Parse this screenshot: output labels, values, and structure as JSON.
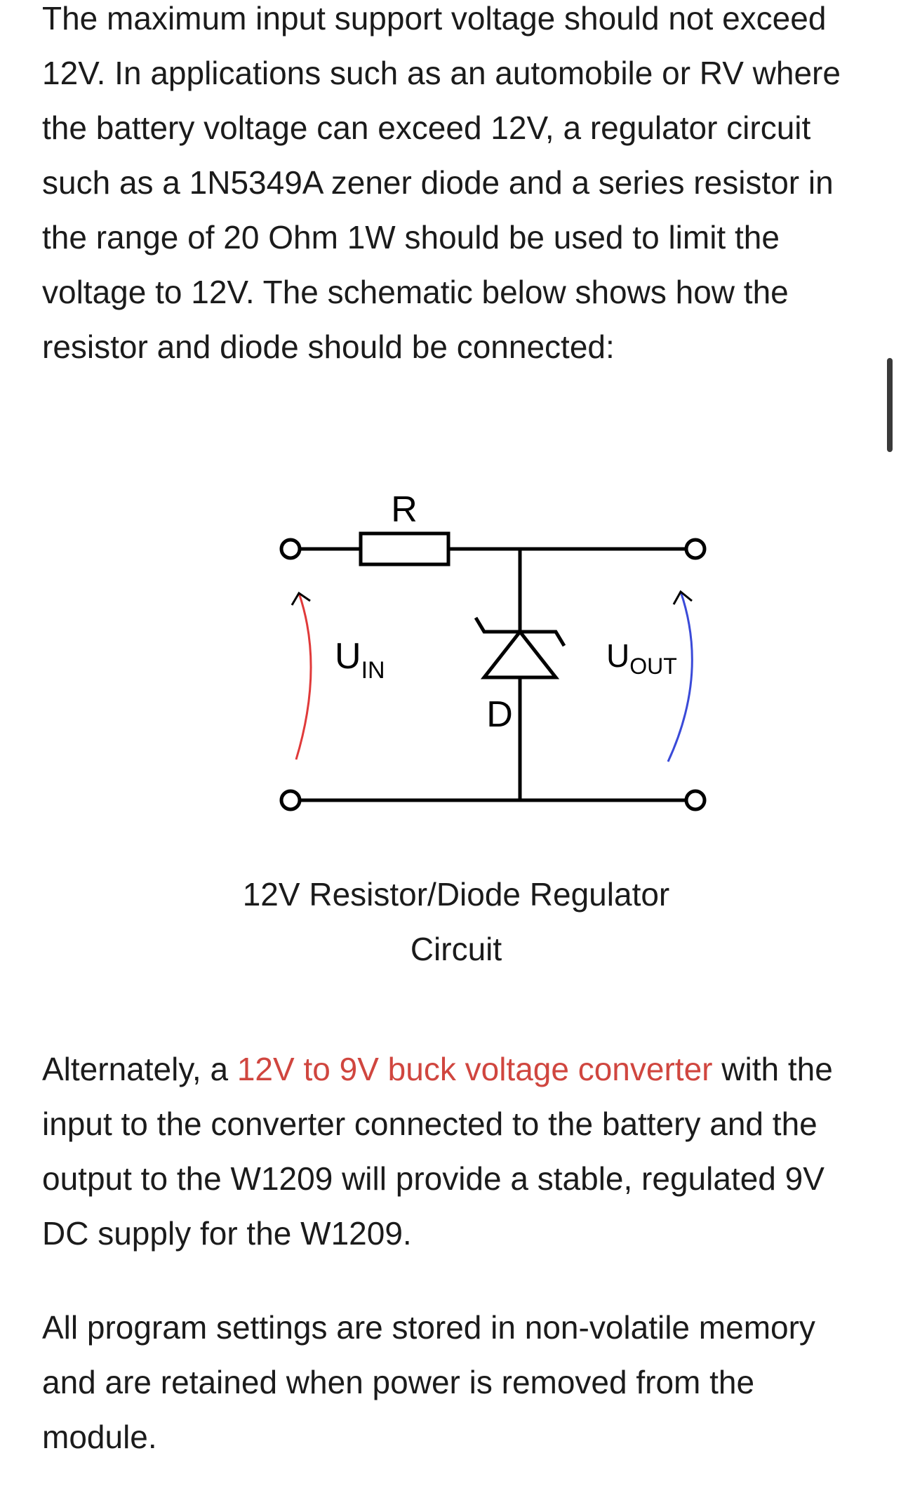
{
  "paragraph1": "The maximum input support voltage should not exceed 12V. In applications such as an automobile or RV where the battery voltage can exceed 12V, a regulator circuit such as a 1N5349A zener diode and a series resistor in the range of 20 Ohm 1W should be used to limit the voltage to 12V. The schematic below shows how the resistor and diode should be connected:",
  "schematic": {
    "resistor_label": "R",
    "diode_label": "D",
    "uin_main": "U",
    "uin_sub": "IN",
    "uout_main": "U",
    "uout_sub": "OUT"
  },
  "caption": {
    "line1": "12V Resistor/Diode Regulator",
    "line2": "Circuit"
  },
  "paragraph2": {
    "before_link": "Alternately, a ",
    "link_text": "12V to 9V buck voltage converter",
    "after_link": " with the input to the converter connected to the battery and the output to the W1209 will provide a stable, regulated 9V DC supply for the W1209."
  },
  "paragraph3": "All program settings are stored in non-volatile memory and are retained when power is removed from the module.",
  "colors": {
    "link": "#d0463f",
    "uin_arrow": "#e03a3a",
    "uout_arrow": "#3a4ad8"
  }
}
